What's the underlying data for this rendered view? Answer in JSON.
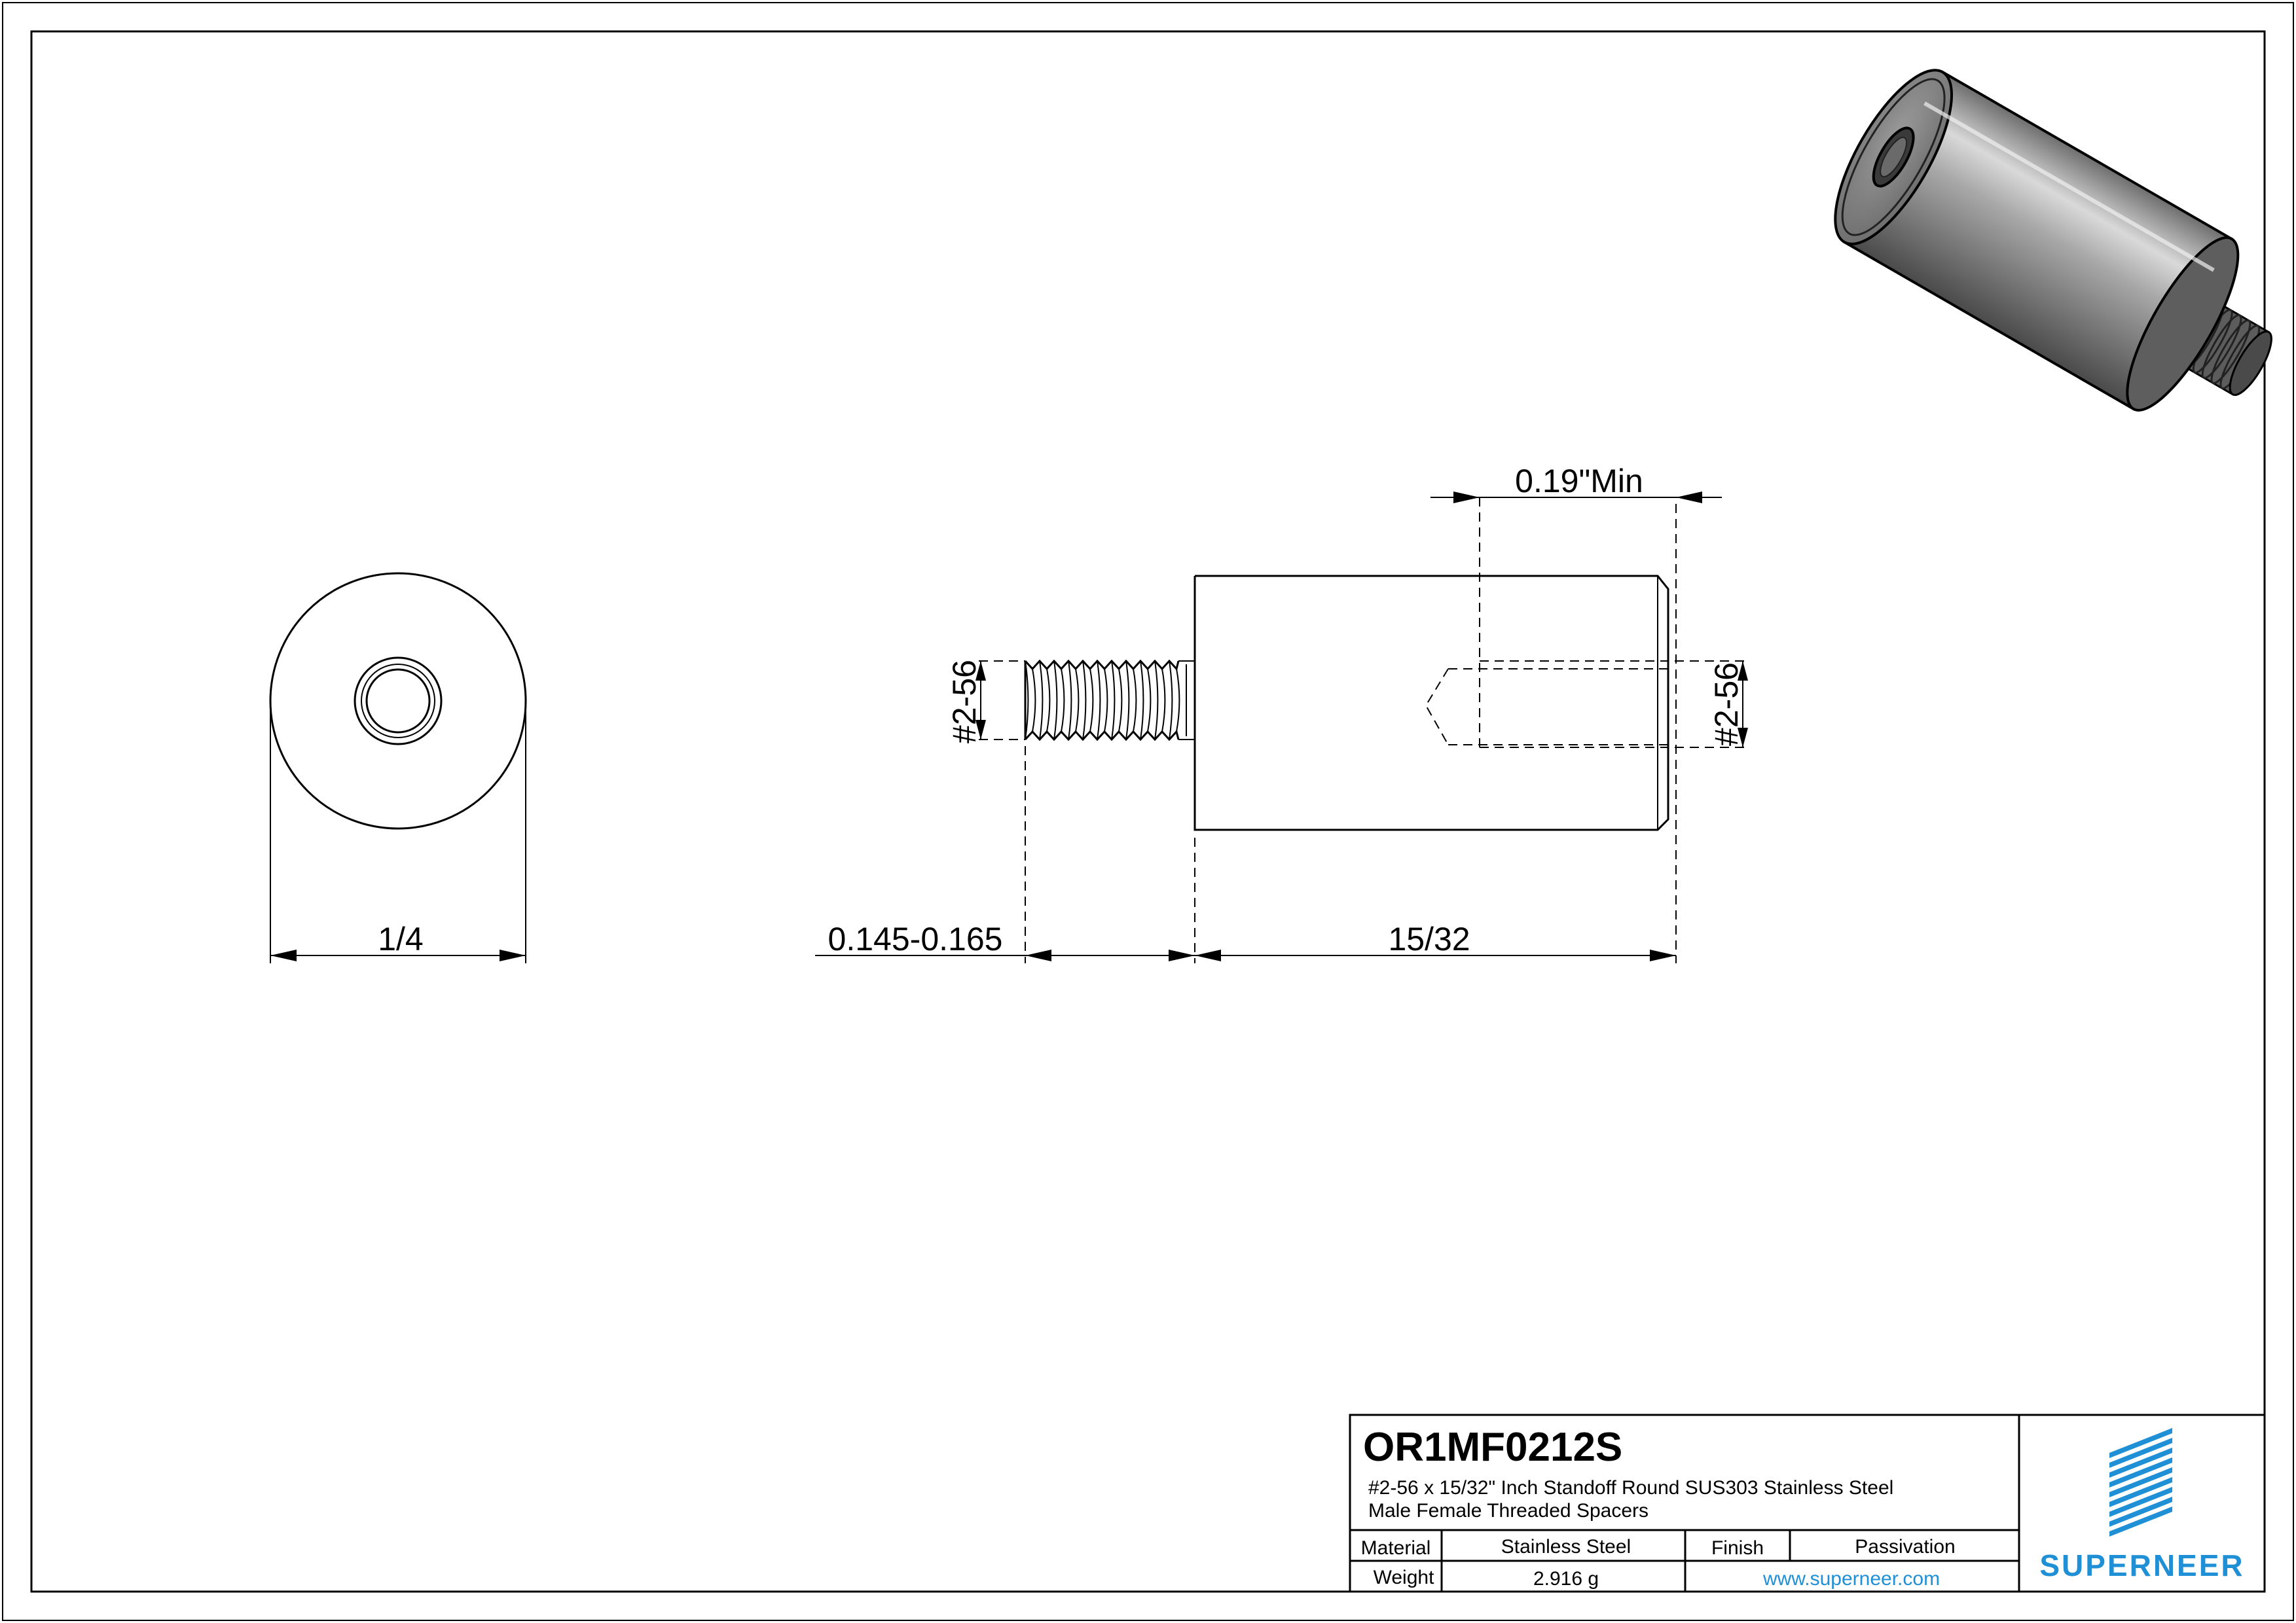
{
  "dimensions": {
    "diameter": "1/4",
    "thread_length": "0.145-0.165",
    "body_length": "15/32",
    "hole_depth": "0.19\"Min",
    "male_thread": "#2-56",
    "female_thread": "#2-56"
  },
  "title_block": {
    "part_number": "OR1MF0212S",
    "description_line1": "#2-56 x 15/32\" Inch Standoff Round SUS303 Stainless Steel",
    "description_line2": "Male Female Threaded Spacers",
    "material_label": "Material",
    "material_value": "Stainless Steel",
    "finish_label": "Finish",
    "finish_value": "Passivation",
    "weight_label": "Weight",
    "weight_value": "2.916 g",
    "website": "www.superneer.com",
    "logo_text": "SUPERNEER"
  },
  "colors": {
    "brand": "#1f8fd6",
    "line": "#000000"
  }
}
